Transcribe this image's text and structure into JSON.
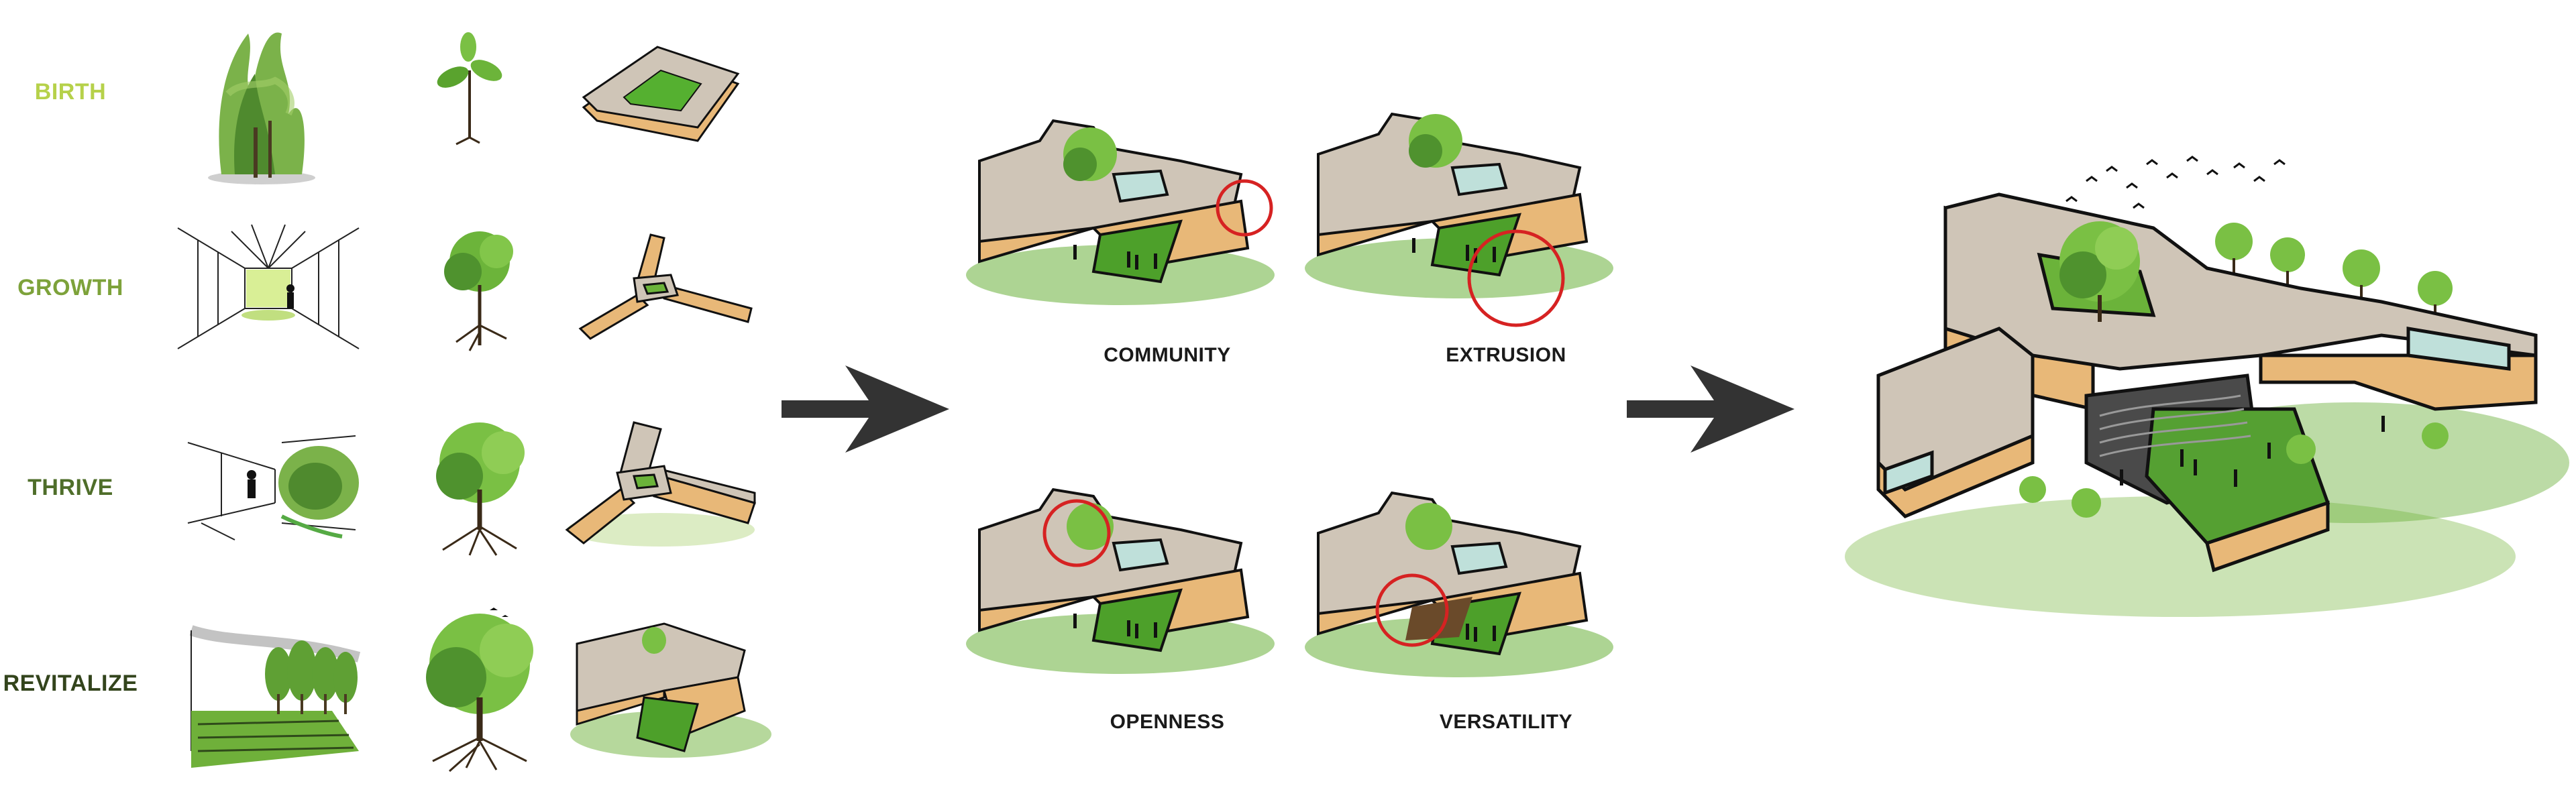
{
  "row_labels": [
    {
      "text": "BIRTH",
      "color": "#b6d14a"
    },
    {
      "text": "GROWTH",
      "color": "#7da23a"
    },
    {
      "text": "THRIVE",
      "color": "#4f6e2a"
    },
    {
      "text": "REVITALIZE",
      "color": "#33441c"
    }
  ],
  "concepts": [
    {
      "caption": "COMMUNITY"
    },
    {
      "caption": "EXTRUSION"
    },
    {
      "caption": "OPENNESS"
    },
    {
      "caption": "VERSATILITY"
    }
  ],
  "colors": {
    "roof": "#cfc5b7",
    "wall": "#e8b878",
    "glass": "#bfe0da",
    "grass": "#55a032",
    "tree": "#6eb33a",
    "highlight_circle": "#d62222",
    "arrow": "#333333"
  }
}
